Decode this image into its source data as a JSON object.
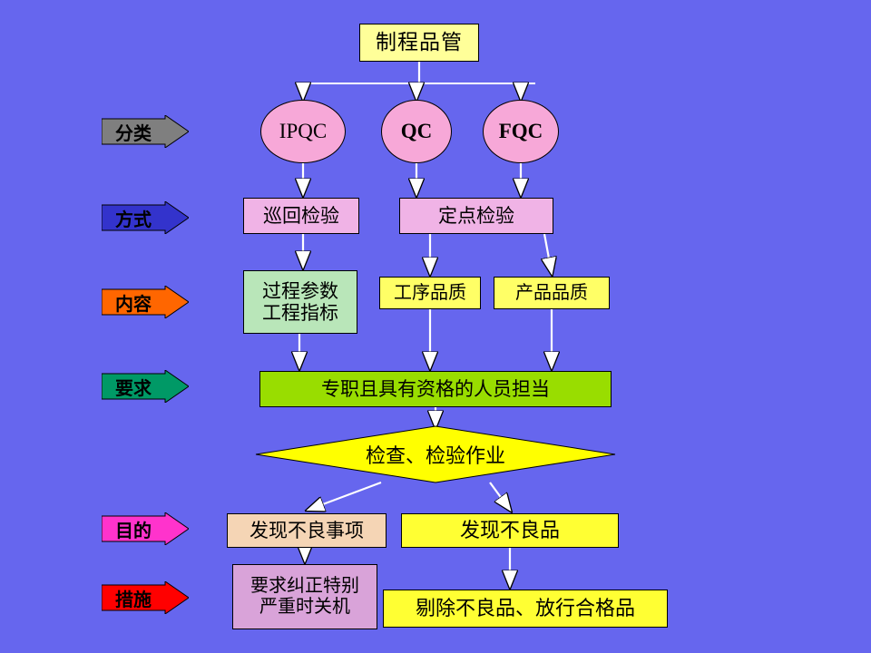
{
  "page": {
    "background_color": "#6666ee",
    "title": "制程品管"
  },
  "banners": [
    {
      "label": "分类",
      "fill": "#7f7f7f",
      "stroke": "#000000"
    },
    {
      "label": "方式",
      "fill": "#3333cc",
      "stroke": "#000000"
    },
    {
      "label": "内容",
      "fill": "#ff6600",
      "stroke": "#000000"
    },
    {
      "label": "要求",
      "fill": "#009966",
      "stroke": "#000000"
    },
    {
      "label": "目的",
      "fill": "#ff33cc",
      "stroke": "#000000"
    },
    {
      "label": "措施",
      "fill": "#ff0000",
      "stroke": "#000000"
    }
  ],
  "nodes": {
    "title": {
      "label": "制程品管",
      "fill": "#ffff99"
    },
    "categories": [
      {
        "label": "IPQC",
        "fill": "#f7a8d8"
      },
      {
        "label": "QC",
        "fill": "#f7a8d8"
      },
      {
        "label": "FQC",
        "fill": "#f7a8d8"
      }
    ],
    "methods": [
      {
        "label": "巡回检验",
        "fill": "#f0b3e6"
      },
      {
        "label": "定点检验",
        "fill": "#f0b3e6"
      }
    ],
    "contents": [
      {
        "label": "过程参数\n工程指标",
        "fill": "#b9e6b9"
      },
      {
        "label": "工序品质",
        "fill": "#ffff66"
      },
      {
        "label": "产品品质",
        "fill": "#ffff66"
      }
    ],
    "requirement": {
      "label": "专职且具有资格的人员担当",
      "fill": "#99dd00"
    },
    "operation": {
      "label": "检查、检验作业",
      "fill": "#ffff00"
    },
    "purposes": [
      {
        "label": "发现不良事项",
        "fill": "#f5d5b5"
      },
      {
        "label": "发现不良品",
        "fill": "#ffff33"
      }
    ],
    "actions": [
      {
        "label": "要求纠正特别\n严重时关机",
        "fill": "#d9a3d9"
      },
      {
        "label": "剔除不良品、放行合格品",
        "fill": "#ffff33"
      }
    ]
  }
}
